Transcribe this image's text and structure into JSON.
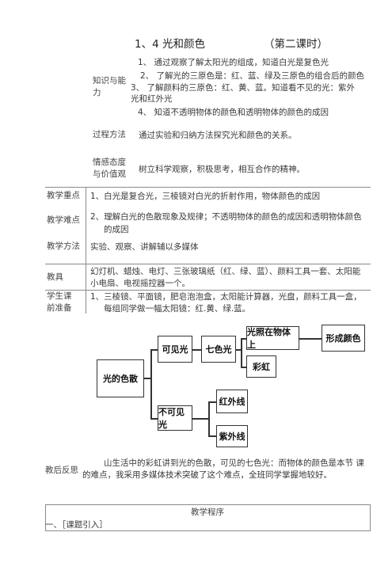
{
  "header": {
    "title": "1、4 光和颜色",
    "subtitle": "（第二课时）"
  },
  "objectives": {
    "knowledge_label_1": "知识与能",
    "knowledge_label_2": "力",
    "k1": "1、 通过观察了解太阳光的组成，知道白光是复色光",
    "k2": "2、 了解光的三原色是：红、蓝、绿及三原色的组合后的颜色",
    "k3a": "3、    了解颜料的三原色：红、黄、蓝。知道看不见的光：紫外",
    "k3b": "光和红外光",
    "k4": "4、 知道不透明物体的颜色和透明物体的颜色的成因",
    "process_label": "过程方法",
    "process_text": "通过实验和归纳方法探究光和颜色的关系。",
    "attitude_label_1": "情感态度",
    "attitude_label_2": "与价值观",
    "attitude_text": "树立科学观察，积极思考，相互合作的精神。"
  },
  "table": {
    "key_label": "教学重点",
    "key_text": "1、白光是复合光，三棱镜对白光的折射作用，物体颜色的成因",
    "diff_label": "教学难点",
    "diff_text_1": "2、理解白光的色散现象及规律；不透明物体的颜色的成因和透明物体颜色",
    "diff_text_2": "的成因",
    "method_label": "教学方法",
    "method_text": "实验、观察、讲解辅以多媒体",
    "tools_label": "教具",
    "tools_text_1": "幻灯机、蜡烛、电灯、三张玻璃纸（红、绿、蓝）、颜料工具一套、太阳能",
    "tools_text_2": "小电扇、电视摇控器一个。",
    "prep_label_1": "学生课",
    "prep_label_2": "前准备",
    "prep_text_1": "1、三棱镜、平面镜，肥皂泡泡盒，太阳能计算器，光盘，颜料工具一盒，",
    "prep_text_2": "每组同学做一幅太阳镜：红.黄、绿.蓝。"
  },
  "diagram": {
    "root": "光的色散",
    "visible": "可见光",
    "seven": "七色光",
    "shine": "光照在物体上",
    "form": "形成颜色",
    "rainbow": "彩虹",
    "invisible": "不可见光",
    "infrared": "红外线",
    "uv": "紫外线"
  },
  "reflection": {
    "label": "教后反思",
    "text_1": "山生活中的彩虹讲到光的色散，可见的七色光：而物体的颜色是本节 课",
    "text_2": "的难点，我采用多媒体技术突破了这个难点，全班同学掌握地较好。"
  },
  "procedure": {
    "title": "教学程序",
    "step1": "一、［课题引入］"
  }
}
